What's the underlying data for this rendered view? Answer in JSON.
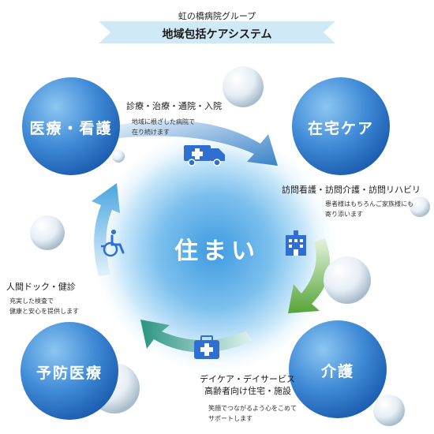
{
  "header": {
    "group_name": "虹の橋病院グループ",
    "title": "地域包括ケアシステム"
  },
  "center": {
    "label": "住まい"
  },
  "nodes": [
    {
      "id": "medical",
      "label": "医療・看護",
      "heading": "診療・治療・通院・入院",
      "desc_lines": [
        "地域に根ざした病院で",
        "在り続けます"
      ],
      "icon": "ambulance-icon"
    },
    {
      "id": "home",
      "label": "在宅ケア",
      "heading": "訪問看護・訪問介護・訪問リハビリ",
      "desc_lines": [
        "患者様はもちろんご家族様にも",
        "寄り添います"
      ],
      "icon": "building-icon"
    },
    {
      "id": "care",
      "label": "介護",
      "heading_lines": [
        "デイケア・デイサービス",
        "高齢者向け住宅・施設"
      ],
      "desc_lines": [
        "笑顔でつながるよう心をこめて",
        "サポートします"
      ],
      "icon": "medical-kit-icon"
    },
    {
      "id": "prevention",
      "label": "予防医療",
      "heading": "人間ドック・健診",
      "desc_lines": [
        "充実した検査で",
        "健康と安心を提供します"
      ],
      "icon": "wheelchair-icon"
    }
  ],
  "colors": {
    "orb_light": "#6fb3ec",
    "orb_dark": "#1d61b8",
    "banner": "#cfeaf6",
    "arrow_blue": "#3f86c9",
    "arrow_green": "#5aa83a",
    "arrow_teal": "#2e9a86",
    "icon_blue": "#2f6fcf"
  }
}
